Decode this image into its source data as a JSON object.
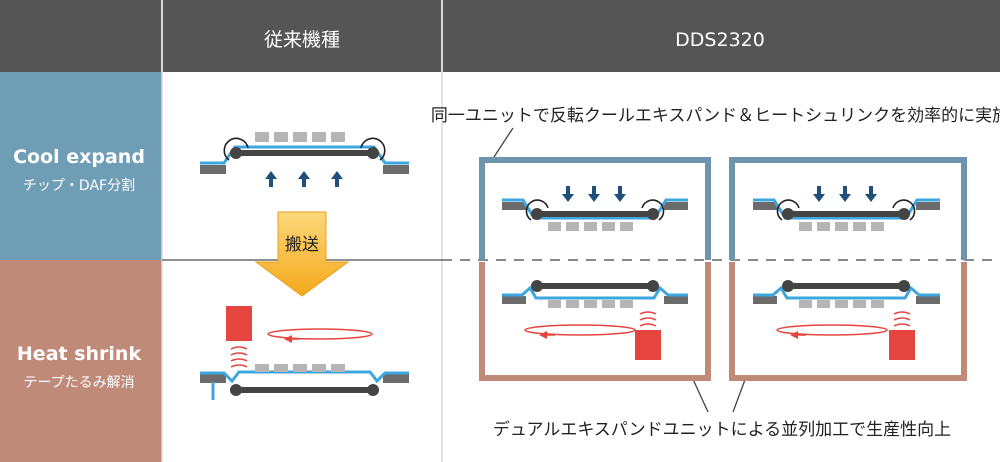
{
  "header": {
    "col_conventional": "従来機種",
    "col_new": "DDS2320"
  },
  "rows": {
    "cool": {
      "title": "Cool expand",
      "subtitle": "チップ・DAF分割"
    },
    "heat": {
      "title": "Heat shrink",
      "subtitle": "テープたるみ解消"
    }
  },
  "transfer_label": "搬送",
  "callouts": {
    "top": "同一ユニットで反転クールエキスパンド＆ヒートシュリンクを効率的に実施",
    "bottom": "デュアルエキスパンドユニットによる並列加工で生産性向上"
  },
  "colors": {
    "header_bg": "#555555",
    "cool_bg": "#6f9db5",
    "heat_bg": "#c08a78",
    "frame_gray": "#6b6b6b",
    "tape_blue": "#3ea6df",
    "chip_gray": "#b5b5b5",
    "arrow_navy": "#1f4f7a",
    "heater_red": "#e6443f",
    "transfer_arrow": "#f4b32b",
    "unit_blue": "#6d95ae",
    "unit_brown": "#c08a78"
  }
}
